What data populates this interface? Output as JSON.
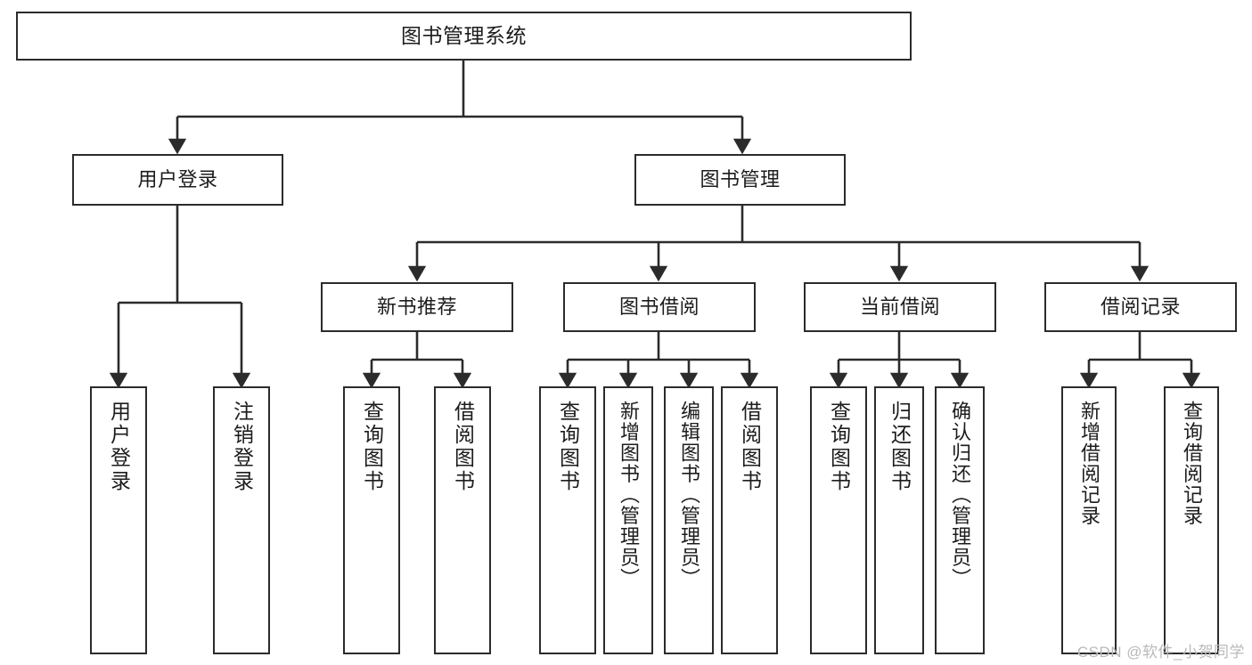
{
  "diagram": {
    "type": "tree",
    "title": "图书管理系统",
    "orientation": "top-down",
    "colors": {
      "box_border": "#2b2b2b",
      "box_fill": "#ffffff",
      "edge": "#2b2b2b",
      "text": "#1c1c1c",
      "watermark": "#b9b9b9",
      "background": "#ffffff"
    },
    "root": {
      "label": "图书管理系统"
    },
    "level1": [
      {
        "label": "用户登录"
      },
      {
        "label": "图书管理"
      }
    ],
    "level2": [
      {
        "label": "新书推荐"
      },
      {
        "label": "图书借阅"
      },
      {
        "label": "当前借阅"
      },
      {
        "label": "借阅记录"
      }
    ],
    "leaves": {
      "user_login": [
        {
          "label": "用户登录"
        },
        {
          "label": "注销登录"
        }
      ],
      "new_book_recommend": [
        {
          "label": "查询图书"
        },
        {
          "label": "借阅图书"
        }
      ],
      "book_borrow": [
        {
          "label": "查询图书"
        },
        {
          "label": "新增图书（管理员）"
        },
        {
          "label": "编辑图书（管理员）"
        },
        {
          "label": "借阅图书"
        }
      ],
      "current_borrow": [
        {
          "label": "查询图书"
        },
        {
          "label": "归还图书"
        },
        {
          "label": "确认归还（管理员）"
        }
      ],
      "borrow_record": [
        {
          "label": "新增借阅记录"
        },
        {
          "label": "查询借阅记录"
        }
      ]
    }
  },
  "watermark": {
    "text": "CSDN @软件_小贺同学"
  }
}
